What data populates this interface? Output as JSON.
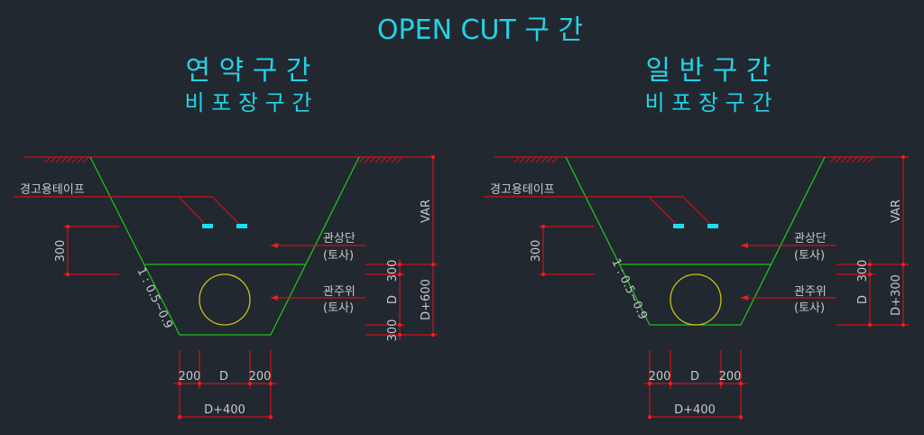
{
  "title": "OPEN CUT 구 간",
  "colors": {
    "background": "#212830",
    "title": "#22d3e6",
    "dimension": "#d0101a",
    "trench": "#1fbf1f",
    "pipe": "#c9c21a",
    "tape": "#16e0f0"
  },
  "sections": [
    {
      "heading": "연 약 구 간",
      "subheading": "비 포 장 구 간",
      "tape_label": "경고용테이프",
      "depth_300": "300",
      "slope": "1 : 0.5~0.9",
      "pipe_top_label": "관상단",
      "pipe_top_material": "(토사)",
      "pipe_side_label": "관주위",
      "pipe_side_material": "(토사)",
      "right_dims": [
        "300",
        "D",
        "300"
      ],
      "var_label": "VAR",
      "total_depth": "D+600",
      "bottom_dims": [
        "200",
        "D",
        "200"
      ],
      "bottom_width": "D+400"
    },
    {
      "heading": "일 반 구 간",
      "subheading": "비 포 장 구 간",
      "tape_label": "경고용테이프",
      "depth_300": "300",
      "slope": "1 : 0.5~0.9",
      "pipe_top_label": "관상단",
      "pipe_top_material": "(토사)",
      "pipe_side_label": "관주위",
      "pipe_side_material": "(토사)",
      "right_dims": [
        "300",
        "D"
      ],
      "var_label": "VAR",
      "total_depth": "D+300",
      "bottom_dims": [
        "200",
        "D",
        "200"
      ],
      "bottom_width": "D+400"
    }
  ]
}
